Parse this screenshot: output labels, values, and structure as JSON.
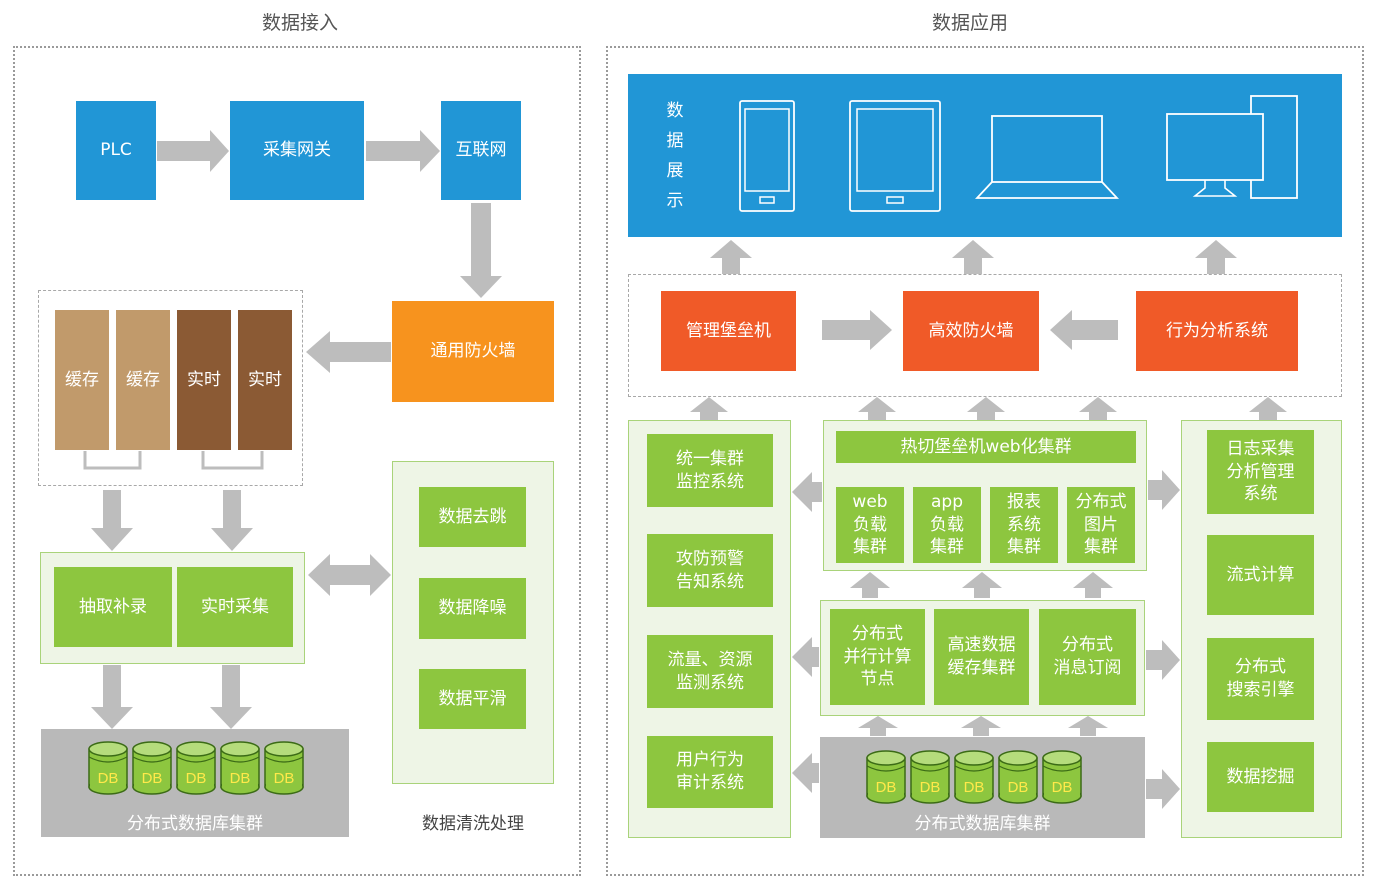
{
  "left_panel": {
    "title": "数据接入",
    "plc": "PLC",
    "gateway": "采集网关",
    "internet": "互联网",
    "firewall": "通用防火墙",
    "buffers": [
      "缓存",
      "缓存",
      "实时",
      "实时"
    ],
    "extract": "抽取补录",
    "realtime_collect": "实时采集",
    "db_label": "DB",
    "db_cluster": "分布式数据库集群",
    "cleaning": {
      "items": [
        "数据去跳",
        "数据降噪",
        "数据平滑"
      ],
      "caption": "数据清洗处理"
    }
  },
  "right_panel": {
    "title": "数据应用",
    "display": {
      "label": "数\n据\n展\n示",
      "devices": [
        "phone-icon",
        "tablet-icon",
        "laptop-icon",
        "desktop-icon"
      ]
    },
    "security": {
      "bastion": "管理堡垒机",
      "firewall": "高效防火墙",
      "behavior": "行为分析系统"
    },
    "left_systems": [
      "统一集群\n监控系统",
      "攻防预警\n告知系统",
      "流量、资源\n监测系统",
      "用户行为\n审计系统"
    ],
    "hot_cluster": {
      "title": "热切堡垒机web化集群",
      "items": [
        "web\n负载\n集群",
        "app\n负载\n集群",
        "报表\n系统\n集群",
        "分布式\n图片\n集群"
      ]
    },
    "mid_cluster": [
      "分布式\n并行计算\n节点",
      "高速数据\n缓存集群",
      "分布式\n消息订阅"
    ],
    "db_label": "DB",
    "db_cluster": "分布式数据库集群",
    "right_systems": [
      "日志采集\n分析管理\n系统",
      "流式计算",
      "分布式\n搜索引擎",
      "数据挖掘"
    ]
  },
  "colors": {
    "blue": "#2196d6",
    "orange": "#f7931e",
    "red": "#f05a28",
    "green": "#8dc63f",
    "tan": "#c19a6b",
    "brown": "#8b5a34",
    "arrow": "#bdbdbd"
  }
}
